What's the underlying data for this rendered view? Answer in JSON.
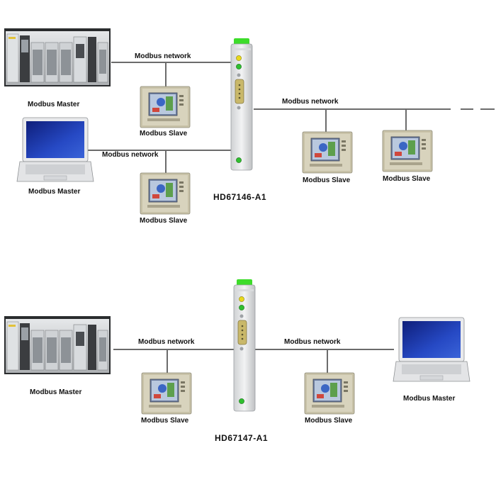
{
  "top": {
    "gateway_title": "HD67146-A1",
    "network_label_left_upper": "Modbus network",
    "network_label_left_lower": "Modbus network",
    "network_label_right": "Modbus network",
    "plc_master_label": "Modbus Master",
    "laptop_master_label": "Modbus Master",
    "slave_labels": [
      "Modbus Slave",
      "Modbus Slave",
      "Modbus Slave",
      "Modbus Slave"
    ]
  },
  "bottom": {
    "gateway_title": "HD67147-A1",
    "network_label_left": "Modbus network",
    "network_label_right": "Modbus network",
    "plc_master_label": "Modbus Master",
    "laptop_master_label": "Modbus Master",
    "slave_labels": [
      "Modbus Slave",
      "Modbus Slave"
    ]
  },
  "colors": {
    "line": "#6b6b6b",
    "led_yellow": "#e8d81c",
    "led_green": "#2fbf2f",
    "top_cap_green": "#3ddc2a",
    "laptop_screen_blue": "#1a3aa8",
    "hmi_bezel": "#c8c2a8"
  }
}
